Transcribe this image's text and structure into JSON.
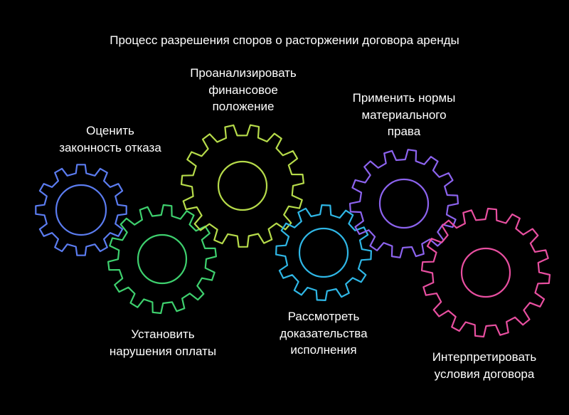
{
  "title": "Процесс разрешения споров о расторжении договора аренды",
  "steps": [
    {
      "lines": [
        "Оценить",
        "законность отказа"
      ],
      "color": "#5b7cf0"
    },
    {
      "lines": [
        "Установить",
        "нарушения оплаты"
      ],
      "color": "#3ed06e"
    },
    {
      "lines": [
        "Проанализировать",
        "финансовое",
        "положение"
      ],
      "color": "#b6db4a"
    },
    {
      "lines": [
        "Рассмотреть",
        "доказательства",
        "исполнения"
      ],
      "color": "#2fb7e6"
    },
    {
      "lines": [
        "Применить нормы",
        "материального",
        "права"
      ],
      "color": "#8c63ee"
    },
    {
      "lines": [
        "Интерпретировать",
        "условия договора"
      ],
      "color": "#e84fa0"
    }
  ]
}
